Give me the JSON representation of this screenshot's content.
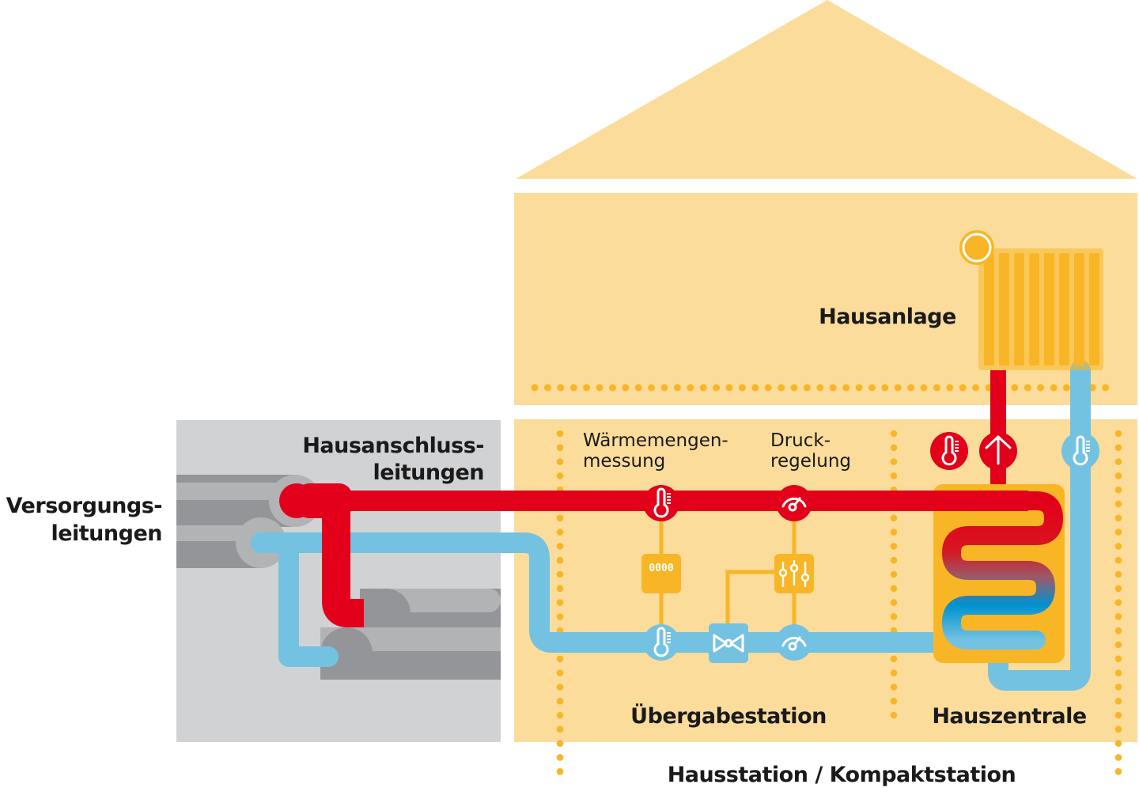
{
  "colors": {
    "house_fill": "#fcdc9b",
    "accent_yellow": "#f8b626",
    "supply_red": "#e2001a",
    "return_blue": "#74c2e1",
    "ground_gray": "#d1d2d4",
    "pipe_gray_dark": "#939598",
    "pipe_gray_light": "#b1b3b5",
    "text": "#1a1a1a"
  },
  "labels": {
    "hausanlage": "Hausanlage",
    "hausanschluss_line1": "Hausanschluss-",
    "hausanschluss_line2": "leitungen",
    "versorgung_line1": "Versorgungs-",
    "versorgung_line2": "leitungen",
    "waermemengen_line1": "Wärmemengen-",
    "waermemengen_line2": "messung",
    "druck_line1": "Druck-",
    "druck_line2": "regelung",
    "uebergabestation": "Übergabestation",
    "hauszentrale": "Hauszentrale",
    "hausstation": "Hausstation / Kompaktstation"
  },
  "icons": {
    "heat_meter_display": "0000",
    "heat_meter": "heat-meter-icon",
    "pressure_controller": "slider-controls-icon",
    "thermometer": "thermometer-icon",
    "pressure_gauge": "gauge-icon",
    "control_valve": "valve-icon",
    "pump": "pump-arrow-icon",
    "radiator": "radiator-icon",
    "thermostat": "thermostat-knob-icon",
    "heat_exchanger": "heat-exchanger-coil-icon",
    "shutoff_valve": "shutoff-valve-icon"
  }
}
